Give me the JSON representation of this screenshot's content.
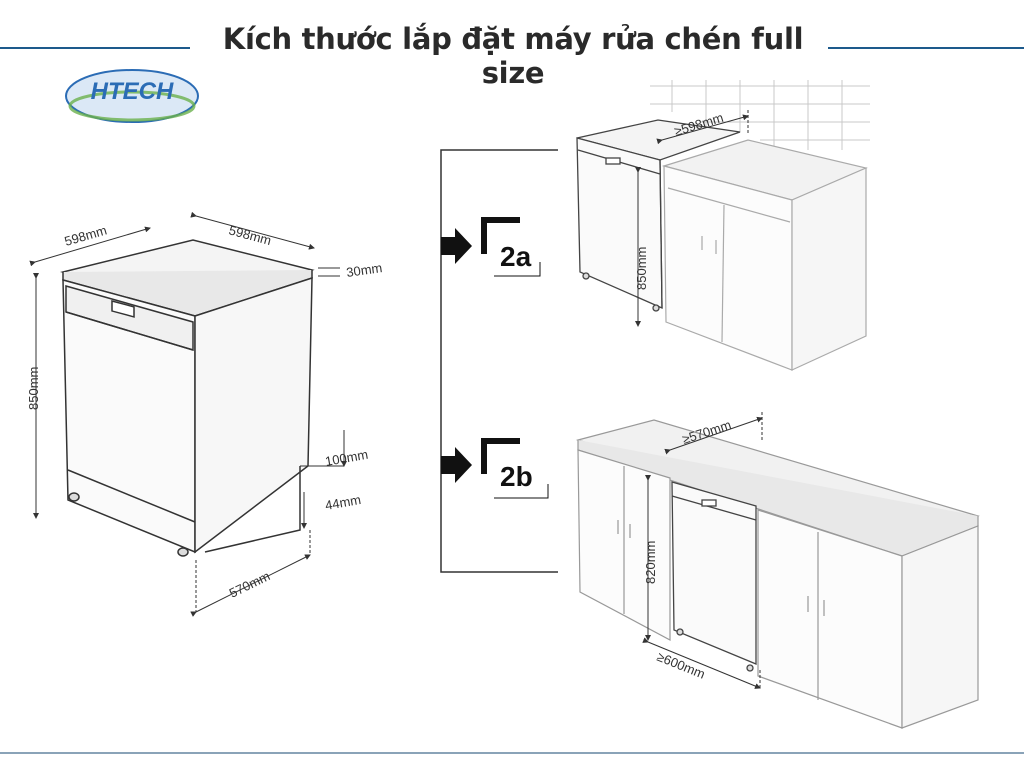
{
  "title": "Kích thước lắp đặt máy rửa chén full size",
  "logo": {
    "text": "HTECH",
    "colors": {
      "primary": "#2b6cb5",
      "green": "#6ab04c"
    }
  },
  "colors": {
    "title_rule": "#1d5a8c",
    "line": "#333333",
    "light_line": "#9a9a9a"
  },
  "freestanding": {
    "width_label": "598mm",
    "depth_label": "598mm",
    "top_label": "30mm",
    "height_label": "850mm",
    "kick_label": "100mm",
    "foot_label": "44mm",
    "base_depth_label": "570mm"
  },
  "option_2a": {
    "badge": "2a",
    "depth_label": "≥598mm",
    "height_label": "850mm"
  },
  "option_2b": {
    "badge": "2b",
    "depth_label": "≥570mm",
    "height_label": "820mm",
    "width_label": "≥600mm"
  }
}
